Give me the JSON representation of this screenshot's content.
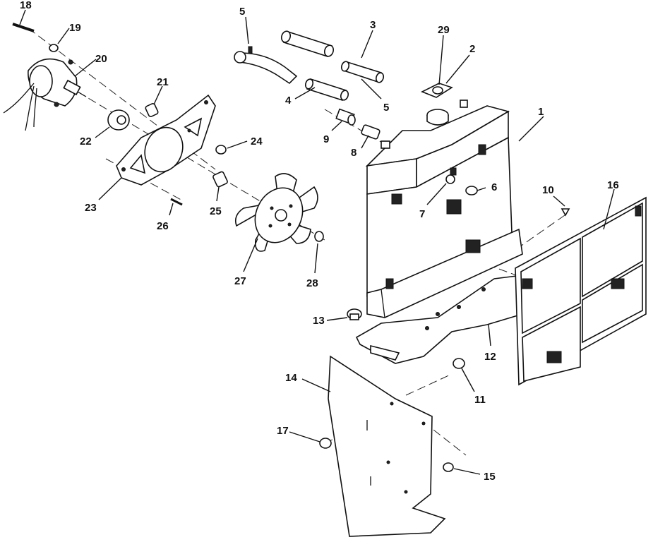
{
  "diagram": {
    "callouts": [
      {
        "id": "c1",
        "label": "1"
      },
      {
        "id": "c2",
        "label": "2"
      },
      {
        "id": "c3",
        "label": "3"
      },
      {
        "id": "c4",
        "label": "4"
      },
      {
        "id": "c5a",
        "label": "5"
      },
      {
        "id": "c5b",
        "label": "5"
      },
      {
        "id": "c6",
        "label": "6"
      },
      {
        "id": "c7",
        "label": "7"
      },
      {
        "id": "c8",
        "label": "8"
      },
      {
        "id": "c9",
        "label": "9"
      },
      {
        "id": "c10",
        "label": "10"
      },
      {
        "id": "c11",
        "label": "11"
      },
      {
        "id": "c12",
        "label": "12"
      },
      {
        "id": "c13",
        "label": "13"
      },
      {
        "id": "c14",
        "label": "14"
      },
      {
        "id": "c15",
        "label": "15"
      },
      {
        "id": "c16",
        "label": "16"
      },
      {
        "id": "c17",
        "label": "17"
      },
      {
        "id": "c18",
        "label": "18"
      },
      {
        "id": "c19",
        "label": "19"
      },
      {
        "id": "c20",
        "label": "20"
      },
      {
        "id": "c21",
        "label": "21"
      },
      {
        "id": "c22",
        "label": "22"
      },
      {
        "id": "c23",
        "label": "23"
      },
      {
        "id": "c24",
        "label": "24"
      },
      {
        "id": "c25",
        "label": "25"
      },
      {
        "id": "c26",
        "label": "26"
      },
      {
        "id": "c27",
        "label": "27"
      },
      {
        "id": "c28",
        "label": "28"
      },
      {
        "id": "c29",
        "label": "29"
      }
    ]
  }
}
